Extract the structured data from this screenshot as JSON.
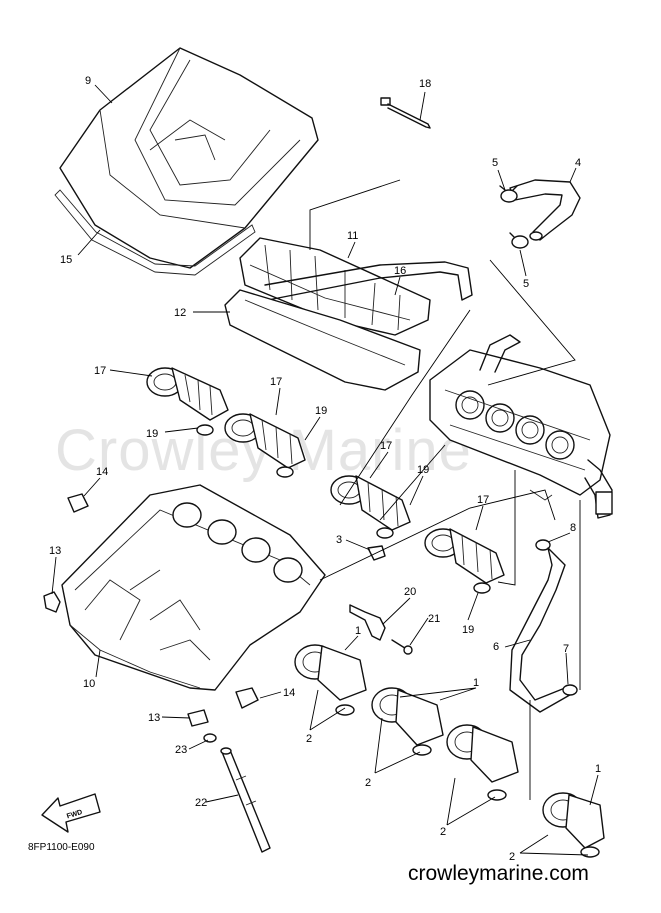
{
  "watermark": "Crowley Marine",
  "drawing_code": "8FP1100-E090",
  "site_url": "crowleymarine.com",
  "fwd_label": "FWD",
  "callouts": {
    "c9": "9",
    "c15": "15",
    "c18": "18",
    "c5a": "5",
    "c4": "4",
    "c11": "11",
    "c5b": "5",
    "c16": "16",
    "c12": "12",
    "c17a": "17",
    "c17b": "17",
    "c19a": "19",
    "c19b": "19",
    "c17c": "17",
    "c19c": "19",
    "c14a": "14",
    "c3": "3",
    "c17d": "17",
    "c8": "8",
    "c13a": "13",
    "c19d": "19",
    "c20": "20",
    "c21": "21",
    "c1a": "1",
    "c6": "6",
    "c7": "7",
    "c10": "10",
    "c14b": "14",
    "c2a": "2",
    "c1b": "1",
    "c13b": "13",
    "c23": "23",
    "c2b": "2",
    "c22": "22",
    "c1c": "1",
    "c2c": "2",
    "c2d": "2"
  }
}
